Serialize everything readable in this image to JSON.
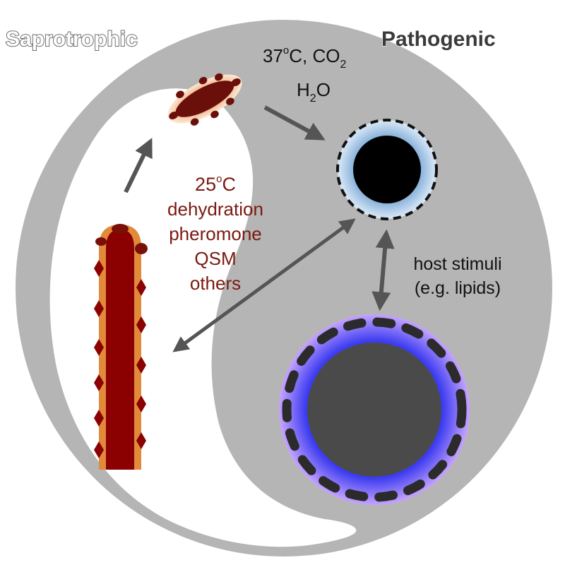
{
  "labels": {
    "saprotrophic": "Saprotrophic",
    "pathogenic": "Pathogenic"
  },
  "pathogenic_conditions": {
    "temp_value": "37",
    "temp_unit": "C, CO",
    "co2_subscript": "2",
    "water_main": "H",
    "water_subscript": "2",
    "water_tail": "O",
    "degree_symbol": "o"
  },
  "saprotrophic_conditions": {
    "temp_value": "25",
    "degree_symbol": "o",
    "temp_unit": "C",
    "lines": [
      "dehydration",
      "pheromone",
      "QSM",
      "others"
    ]
  },
  "host": {
    "line1": "host stimuli",
    "line2": "(e.g. lipids)"
  },
  "colors": {
    "pathogenic_region": "#b5b5b5",
    "saprotrophic_text": "#7a1a10",
    "hypha_fill": "#8b0000",
    "hypha_edge": "#e08a3a",
    "spore_fill": "#6b0f0a",
    "spore_halo": "#f7d6b8",
    "yeast_core": "#000000",
    "yeast_halo": "#bcd6ee",
    "titan_core": "#4a4a4a",
    "titan_halo": "#a77cf5",
    "arrow": "#555555"
  }
}
